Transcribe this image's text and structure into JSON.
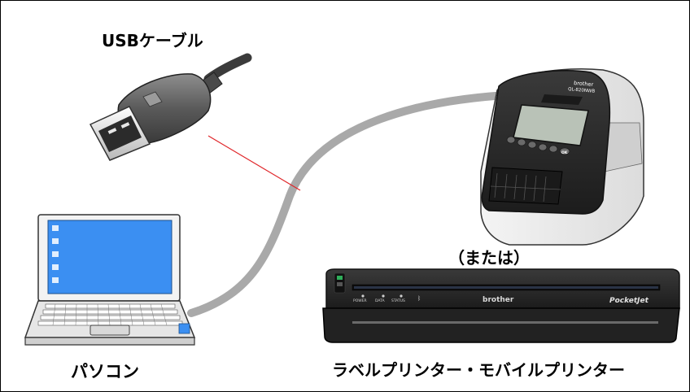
{
  "labels": {
    "usb_cable": "USBケーブル",
    "pc": "パソコン",
    "or": "（または）",
    "printers": "ラベルプリンター・モバイルプリンター"
  },
  "printer_branding": {
    "ql_brand": "brother",
    "ql_model": "QL-820NWB",
    "ql_ok_key": "OK",
    "pj_brand": "brother",
    "pj_model": "PocketJet",
    "pj_indicators": [
      "POWER",
      "DATA",
      "STATUS"
    ]
  },
  "colors": {
    "cable": "#a9a9a9",
    "pointer_line": "#e0262a",
    "laptop_screen": "#3b8ff2",
    "printer_dark": "#2e2e2e",
    "lcd": "#b9c2b7"
  },
  "icons": [
    "usb-plug-icon",
    "laptop-icon",
    "label-printer-icon",
    "mobile-printer-icon"
  ]
}
